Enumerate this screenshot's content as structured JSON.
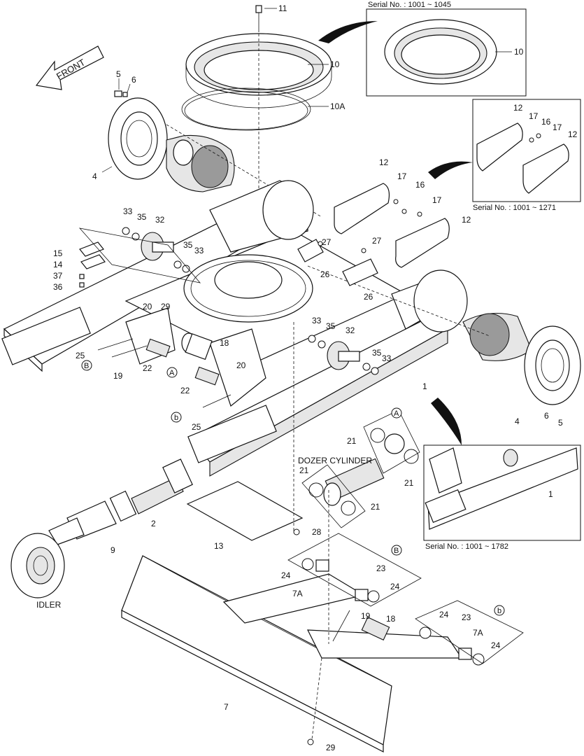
{
  "front_label": "FRONT",
  "insets": {
    "bearing": "Serial No. : 1001 ~ 1045",
    "covers": "Serial No. : 1001 ~ 1271",
    "frame": "Serial No. : 1001 ~ 1782"
  },
  "captions": {
    "dozer_cylinder": "DOZER CYLINDER",
    "idler": "IDLER"
  },
  "callouts": {
    "p11": "11",
    "p10": "10",
    "p10a": "10A",
    "p10_inset": "10",
    "p5a": "5",
    "p6a": "6",
    "p4a": "4",
    "p12_inset_a": "12",
    "p17_inset_a": "17",
    "p16_inset": "16",
    "p17_inset_b": "17",
    "p12_inset_b": "12",
    "p12a": "12",
    "p17a": "17",
    "p16": "16",
    "p17b": "17",
    "p12b": "12",
    "p33a": "33",
    "p35a": "35",
    "p32a": "32",
    "p15": "15",
    "p14": "14",
    "p37": "37",
    "p36": "36",
    "p35b": "35",
    "p33b": "33",
    "p27a": "27",
    "p26a": "26",
    "p27b": "27",
    "p26b": "26",
    "p20a": "20",
    "p29a": "29",
    "p18a": "18",
    "p25a": "25",
    "p19a": "19",
    "p22a": "22",
    "p22b": "22",
    "p20b": "20",
    "p25b": "25",
    "p33c": "33",
    "p35c": "35",
    "p32b": "32",
    "p35d": "35",
    "p33d": "33",
    "p1a": "1",
    "p4b": "4",
    "p6b": "6",
    "p5b": "5",
    "p21a": "21",
    "p21b": "21",
    "p21c": "21",
    "p21d": "21",
    "p1_inset": "1",
    "p2": "2",
    "p9": "9",
    "p13": "13",
    "p28": "28",
    "p24a": "24",
    "p7a_a": "7A",
    "p23a": "23",
    "p24b": "24",
    "p19b": "19",
    "p18b": "18",
    "p24c": "24",
    "p23b": "23",
    "p7a_b": "7A",
    "p24d": "24",
    "p7": "7",
    "p29b": "29"
  },
  "ref_letters": {
    "A_main": "A",
    "B_main": "B",
    "b_main": "b",
    "A_detail": "A",
    "B_detail": "B",
    "b_detail": "b"
  }
}
